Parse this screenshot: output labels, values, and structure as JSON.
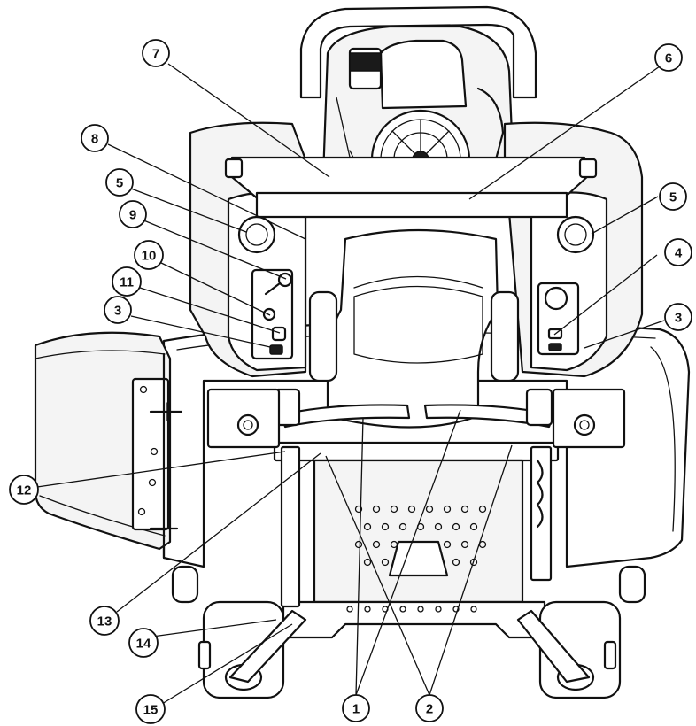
{
  "callouts": [
    {
      "id": "c1",
      "number": "1"
    },
    {
      "id": "c2",
      "number": "2"
    },
    {
      "id": "c3a",
      "number": "3"
    },
    {
      "id": "c3b",
      "number": "3"
    },
    {
      "id": "c4",
      "number": "4"
    },
    {
      "id": "c5a",
      "number": "5"
    },
    {
      "id": "c5b",
      "number": "5"
    },
    {
      "id": "c6",
      "number": "6"
    },
    {
      "id": "c7",
      "number": "7"
    },
    {
      "id": "c8",
      "number": "8"
    },
    {
      "id": "c9",
      "number": "9"
    },
    {
      "id": "c10",
      "number": "10"
    },
    {
      "id": "c11",
      "number": "11"
    },
    {
      "id": "c12",
      "number": "12"
    },
    {
      "id": "c13",
      "number": "13"
    },
    {
      "id": "c14",
      "number": "14"
    },
    {
      "id": "c15",
      "number": "15"
    }
  ]
}
